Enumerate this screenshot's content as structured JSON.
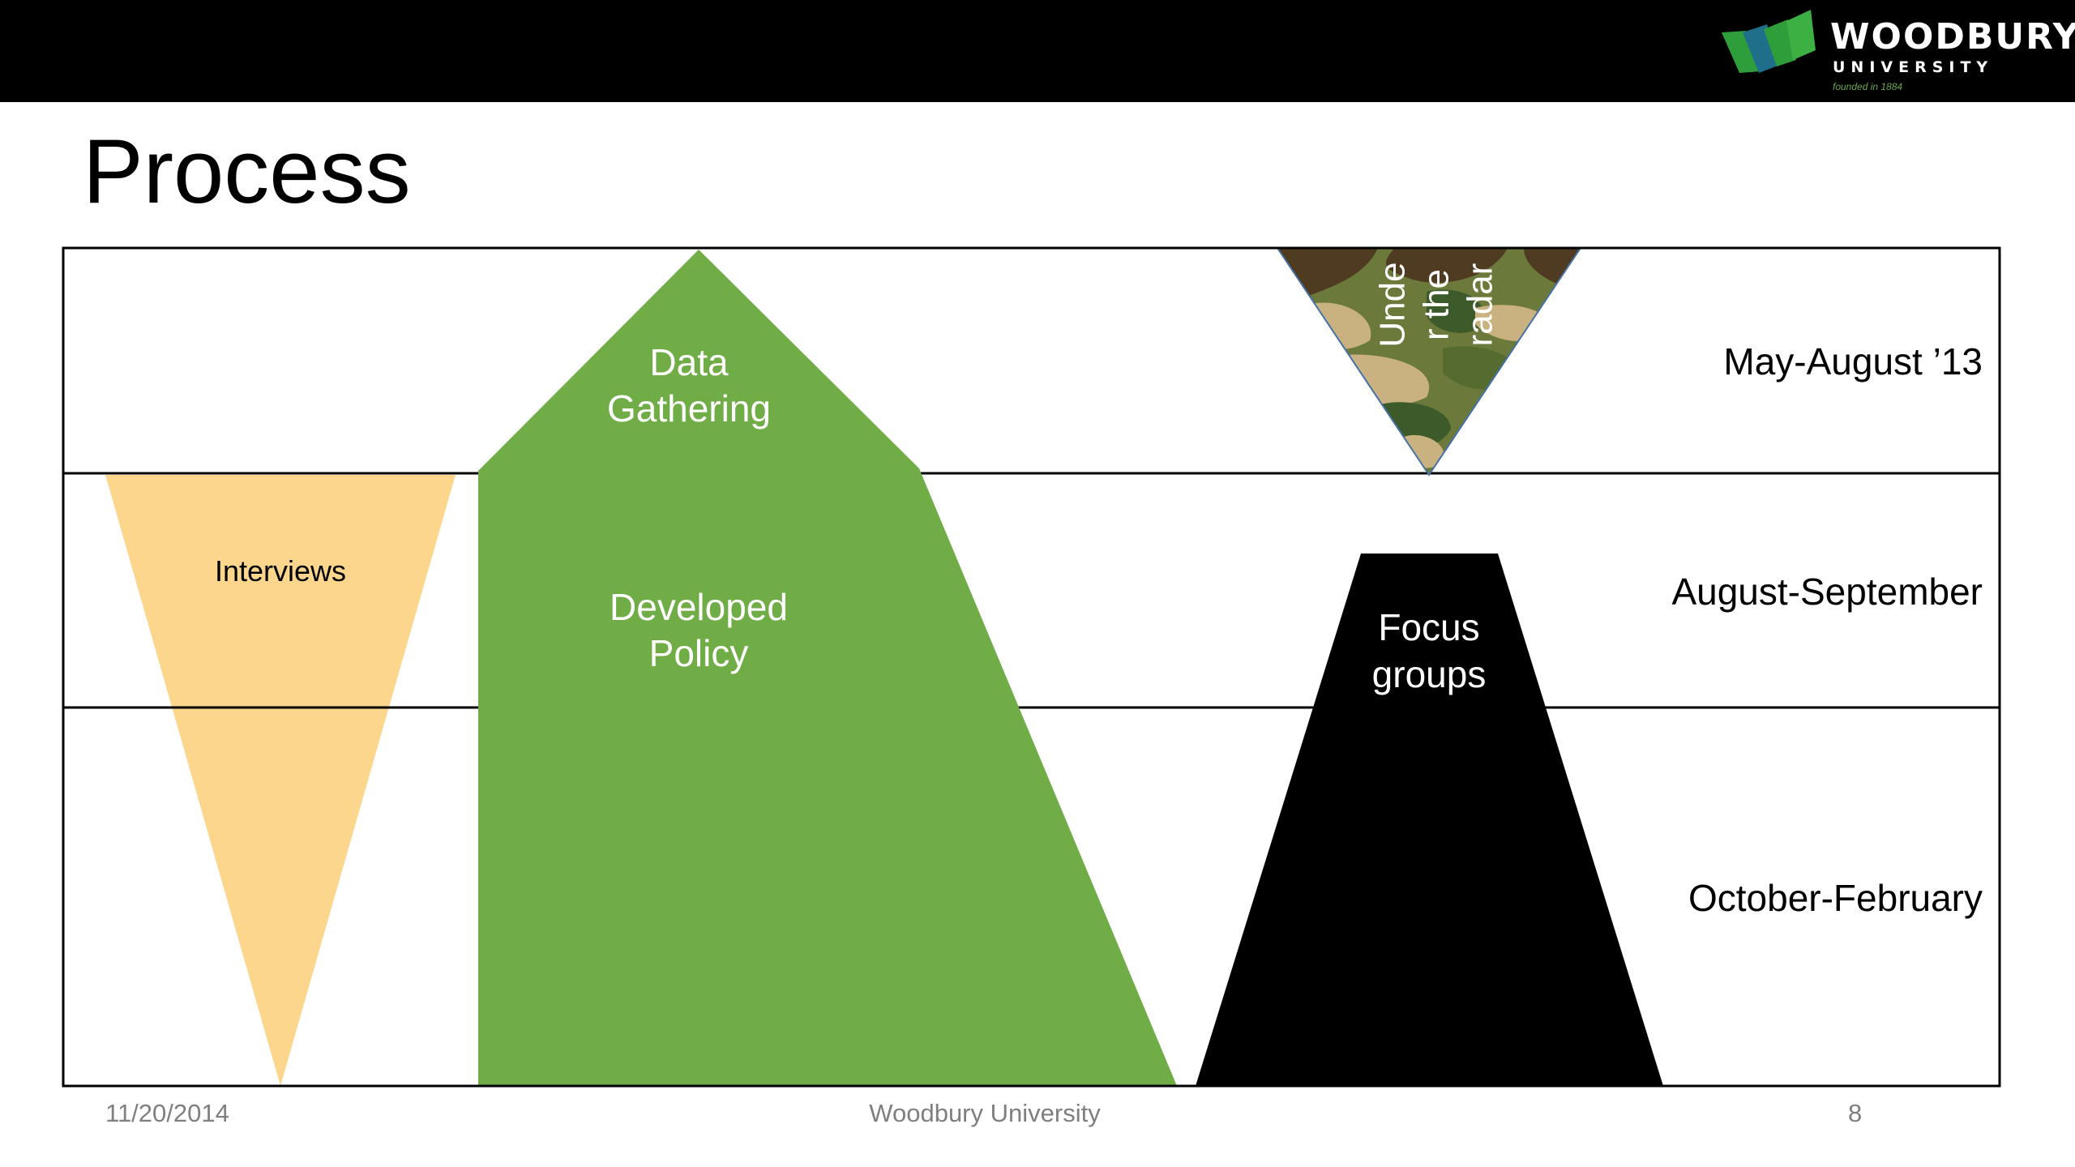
{
  "header": {
    "logo_name": "WOODBURY",
    "logo_sub": "UNIVERSITY",
    "logo_founded": "founded in 1884",
    "colors": {
      "bar": "#000000",
      "logo_green": "#2e9e3a",
      "logo_teal": "#1f6f8b"
    }
  },
  "slide": {
    "title": "Process"
  },
  "diagram": {
    "periods": [
      {
        "label": "May-August ’13"
      },
      {
        "label": "August-September"
      },
      {
        "label": "October-February"
      }
    ],
    "shapes": {
      "interviews": {
        "label": "Interviews",
        "color": "#fcd68c"
      },
      "data_gathering": {
        "label_line1": "Data",
        "label_line2": "Gathering",
        "color": "#70ad47"
      },
      "developed_policy": {
        "label_line1": "Developed",
        "label_line2": "Policy"
      },
      "under_radar": {
        "line1": "Unde",
        "line2": "r the",
        "line3": "radar",
        "pattern": "camouflage"
      },
      "focus_groups": {
        "label_line1": "Focus",
        "label_line2": "groups",
        "color": "#000000"
      }
    }
  },
  "footer": {
    "date": "11/20/2014",
    "center": "Woodbury University",
    "page": "8"
  }
}
